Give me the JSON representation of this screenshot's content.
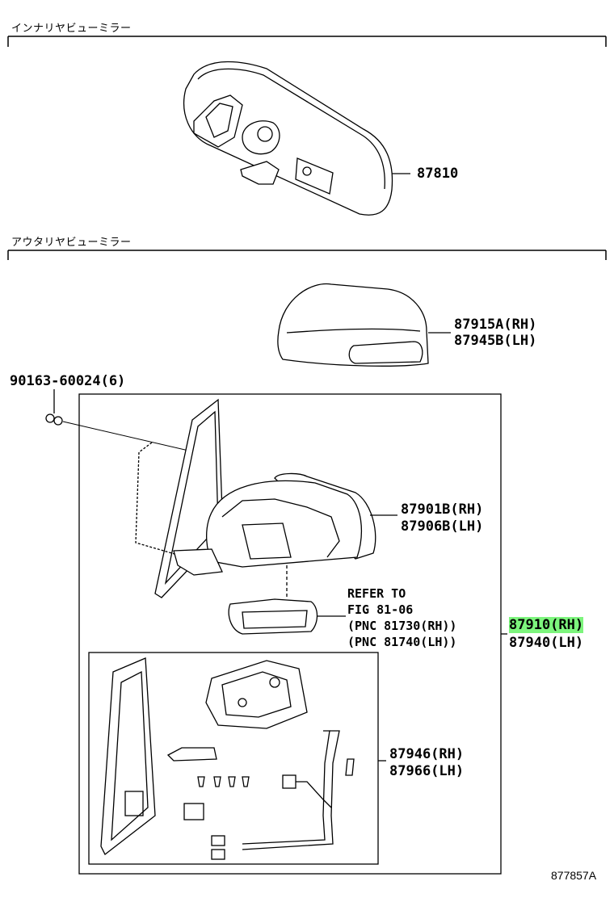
{
  "sections": {
    "inner": {
      "title": "インナリヤビューミラー"
    },
    "outer": {
      "title": "アウタリヤビューミラー"
    }
  },
  "parts": {
    "p87810": {
      "label": "87810"
    },
    "p87915": {
      "rh": "87915A(RH)",
      "lh": "87945B(LH)"
    },
    "p90163": {
      "label": "90163-60024(6)"
    },
    "p87901": {
      "rh": "87901B(RH)",
      "lh": "87906B(LH)"
    },
    "refer": {
      "line1": "REFER TO",
      "line2": "FIG 81-06",
      "line3": "(PNC 81730(RH))",
      "line4": "(PNC 81740(LH))"
    },
    "p87910": {
      "rh": "87910(RH)",
      "lh": "87940(LH)"
    },
    "p87946": {
      "rh": "87946(RH)",
      "lh": "87966(LH)"
    }
  },
  "figure_id": "877857A",
  "colors": {
    "highlight": "#7df57d",
    "line": "#000000"
  }
}
